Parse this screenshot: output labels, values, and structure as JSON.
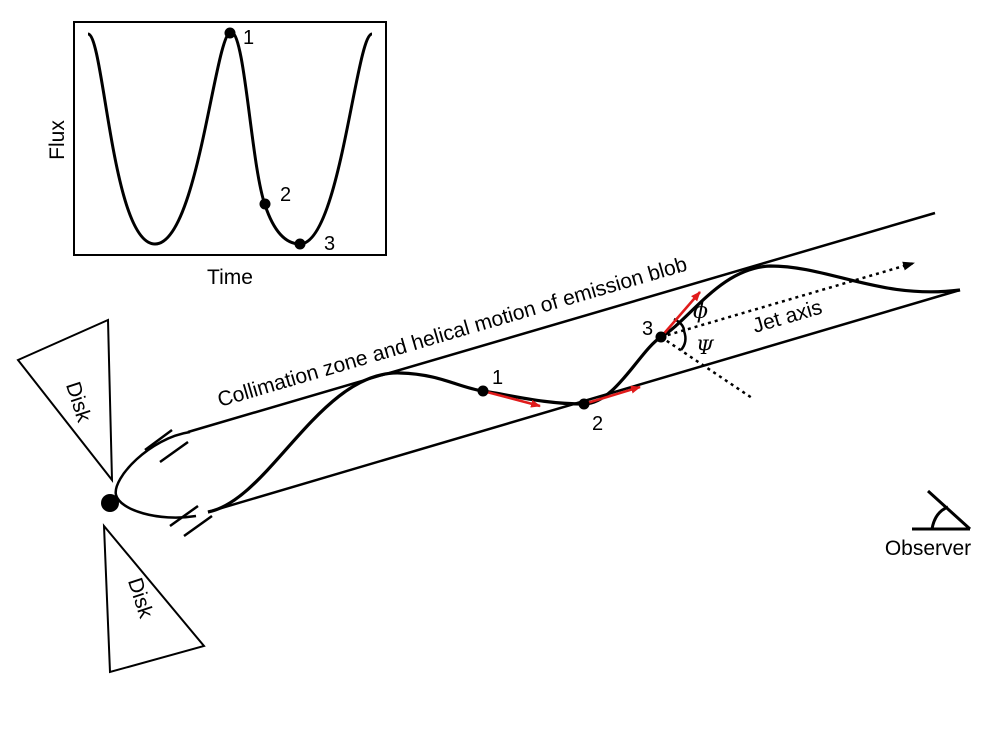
{
  "inset": {
    "x_axis_label": "Time",
    "y_axis_label": "Flux",
    "points": [
      "1",
      "2",
      "3"
    ]
  },
  "jet": {
    "caption": "Collimation zone and helical motion of emission blob",
    "axis_label": "Jet axis",
    "points": [
      "1",
      "2",
      "3"
    ],
    "phi_symbol": "ϕ",
    "psi_symbol": "Ψ",
    "arrow_color": "#e01b1b"
  },
  "disk": {
    "upper_label": "Disk",
    "lower_label": "Disk"
  },
  "observer": {
    "label": "Observer"
  }
}
